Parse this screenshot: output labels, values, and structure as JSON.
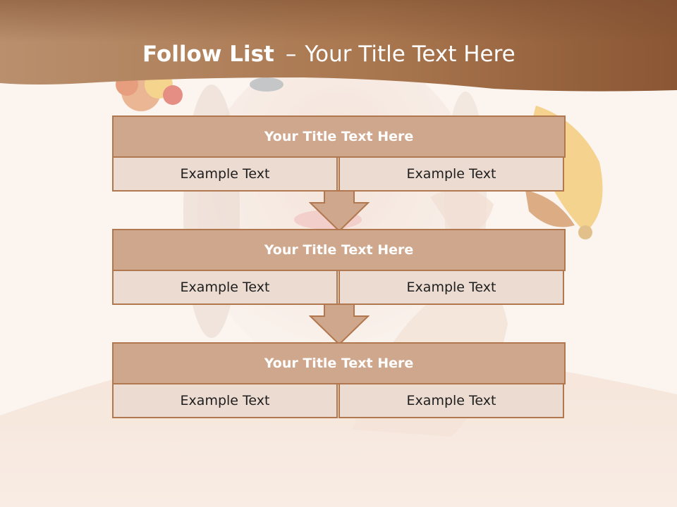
{
  "slide": {
    "title_bold": "Follow List",
    "title_sep": "–",
    "title_rest": "Your Title Text Here"
  },
  "steps": [
    {
      "title": "Your Title Text Here",
      "left": "Example Text",
      "right": "Example Text"
    },
    {
      "title": "Your Title Text Here",
      "left": "Example Text",
      "right": "Example Text"
    },
    {
      "title": "Your Title Text Here",
      "left": "Example Text",
      "right": "Example Text"
    }
  ],
  "colors": {
    "banner_start": "#b98f6d",
    "banner_end": "#8a5634",
    "header_fill": "#cfa78c",
    "cell_fill": "#ecdbd1",
    "border": "#b1784f"
  }
}
